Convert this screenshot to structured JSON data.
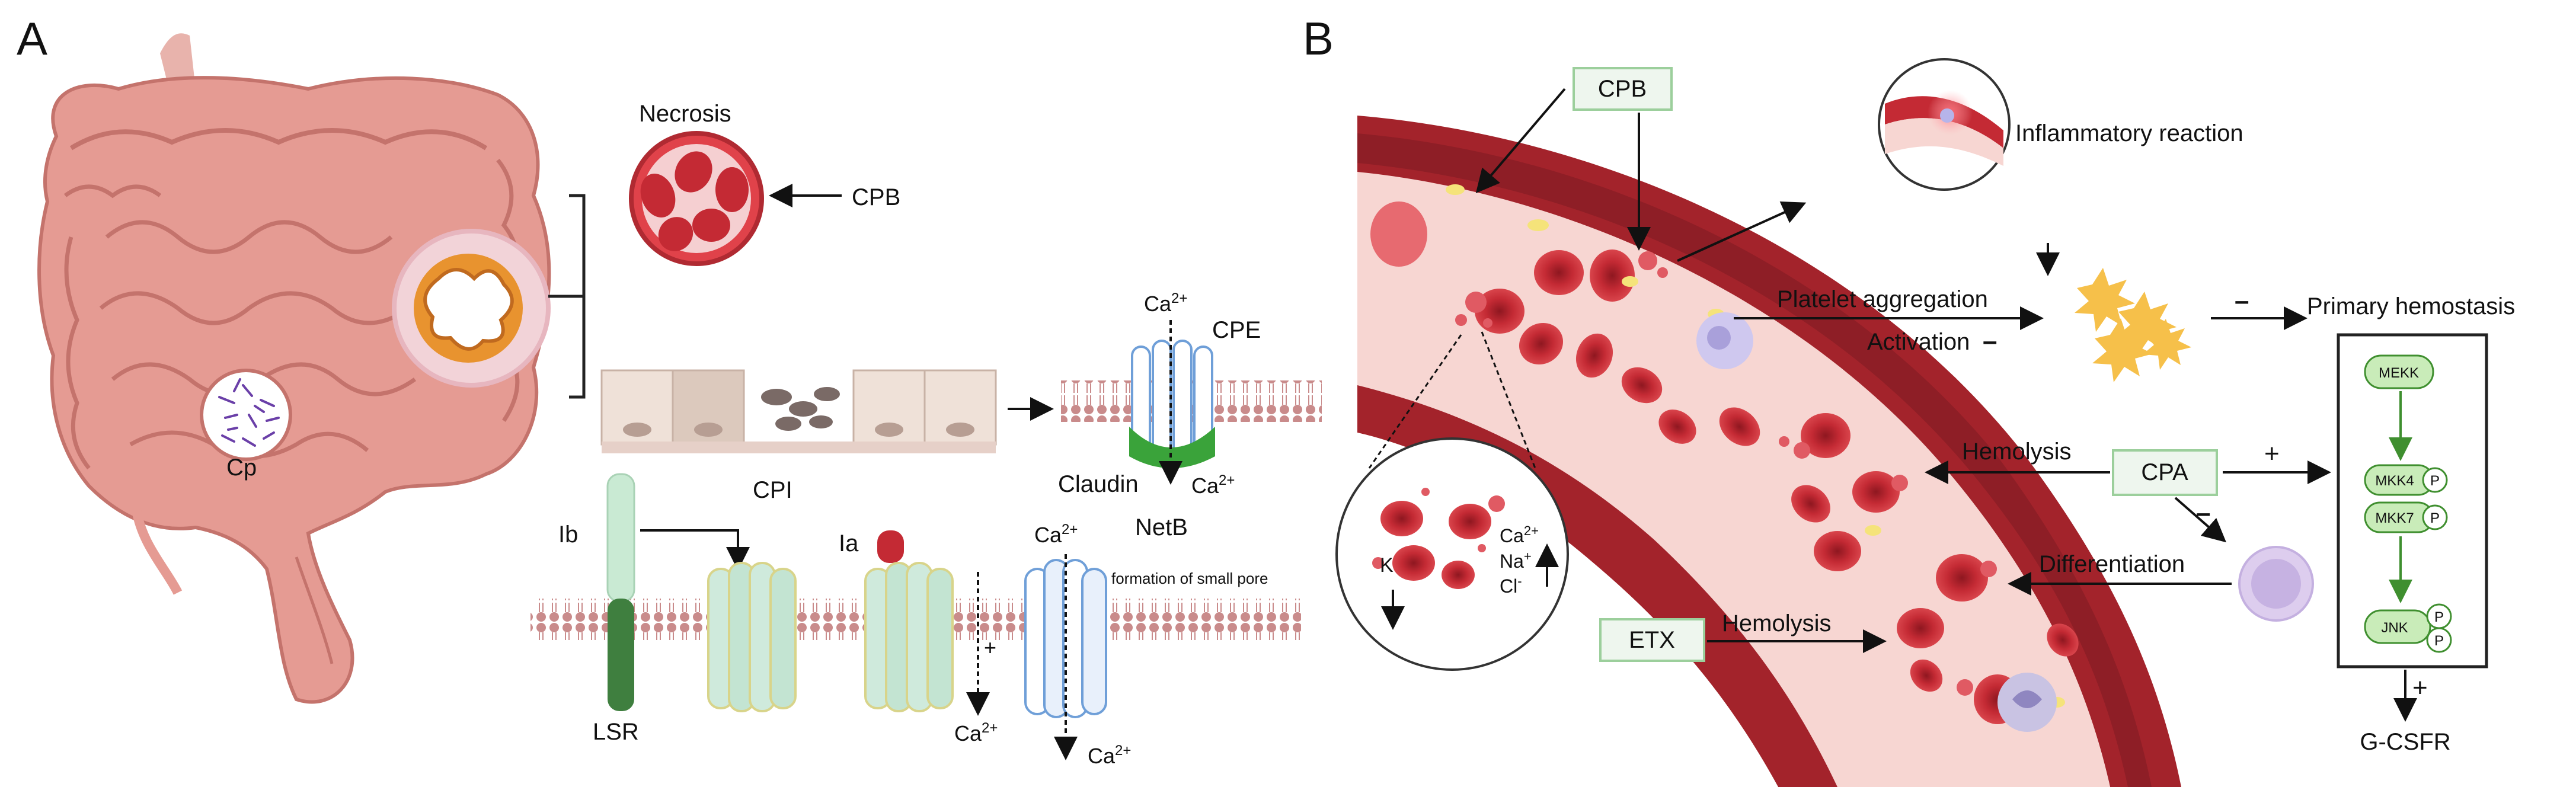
{
  "panel_a": {
    "letter": "A",
    "cp_label": "Cp",
    "necrosis_label": "Necrosis",
    "cpb_label": "CPB",
    "cpe_label": "CPE",
    "ca_top": "Ca",
    "ca_sup": "2+",
    "claudin_label": "Claudin",
    "ca_right": "Ca",
    "netb_label": "NetB",
    "cpi_label": "CPI",
    "ib_label": "Ib",
    "ia_label": "Ia",
    "lsr_label": "LSR",
    "pore_label": "formation of small pore",
    "plus_sign": "+",
    "ca_pore_top": "Ca",
    "ca_pore_bottom_left": "Ca",
    "ca_pore_bottom_right": "Ca"
  },
  "panel_b": {
    "letter": "B",
    "cpb_label": "CPB",
    "inflammatory_label": "Inflammatory reaction",
    "platelet_label": "Platelet aggregation",
    "activation_label": "Activation",
    "minus_sign": "–",
    "primary_label": "Primary hemostasis",
    "hemolysis_cpa_label": "Hemolysis",
    "cpa_label": "CPA",
    "plus_sign": "+",
    "differentiation_label": "Differentiation",
    "etx_label": "ETX",
    "hemolysis_etx_label": "Hemolysis",
    "inset_k": "K",
    "inset_ca": "Ca",
    "inset_ca_sup": "2+",
    "inset_na": "Na",
    "inset_na_sup": "+",
    "inset_cl": "Cl",
    "inset_cl_sup": "-",
    "pathway": {
      "mekk": "MEKK",
      "mkk4": "MKK4",
      "mkk7": "MKK7",
      "jnk": "JNK",
      "p": "P",
      "plus": "+",
      "gcsfr": "G-CSFR"
    }
  },
  "colors": {
    "vessel_wall": "#a3232b",
    "vessel_lumen": "#f7d6d2",
    "rbc": "#c42a34",
    "gut": "#e59b93",
    "label_box_fill": "#eef6ee",
    "label_box_stroke": "#9ccf9c",
    "membrane": "#c98b8b",
    "pore_blue": "#6f9fd8",
    "pore_green": "#c9ead3",
    "claudin_green": "#3aa33a",
    "lsr_green": "#3f7f3f",
    "mapk_fill": "#c9ecb9"
  }
}
